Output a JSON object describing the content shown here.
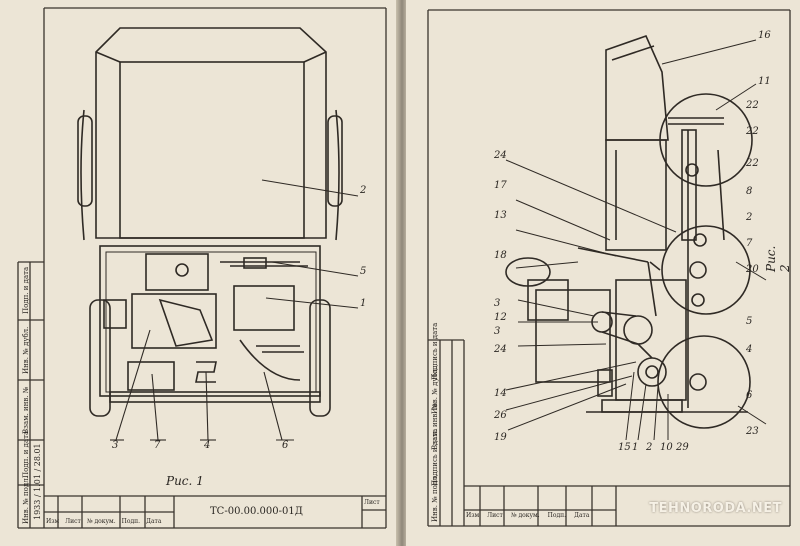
{
  "left_page": {
    "figure_caption": "Рис. 1",
    "drawing_code": "ТС-00.00.000-01Д",
    "callouts": [
      "2",
      "5",
      "1",
      "3",
      "7",
      "4",
      "6"
    ],
    "stamp_vertical": [
      "Инв. № подл.",
      "Подп. и дата",
      "Взам. инв. №",
      "Инв. № дубл.",
      "Подп. и дата"
    ],
    "stamp_row": [
      "Изм",
      "Лист",
      "№ докум.",
      "Подп.",
      "Дата"
    ],
    "sheet_label": "Лист",
    "inventory_note": "1933 / 1.01 / 28.01"
  },
  "right_page": {
    "figure_caption": "Рис. 2",
    "callouts_left": [
      "24",
      "17",
      "13",
      "18",
      "3",
      "12",
      "3",
      "24",
      "14",
      "26",
      "19"
    ],
    "callouts_bottom": [
      "15",
      "1",
      "2",
      "10",
      "29",
      "23"
    ],
    "callouts_right": [
      "16",
      "11",
      "22",
      "22",
      "22",
      "8",
      "2",
      "7",
      "20",
      "5",
      "4",
      "6"
    ],
    "stamp_vertical": [
      "Инв. № подл.",
      "Подпись и дата",
      "Взам. инв. №",
      "Инв. № дубл.",
      "Подпись и дата"
    ],
    "stamp_row": [
      "Изм",
      "Лист",
      "№ докум.",
      "Подп.",
      "Дата"
    ]
  },
  "watermark": "TEHNORODA.NET"
}
